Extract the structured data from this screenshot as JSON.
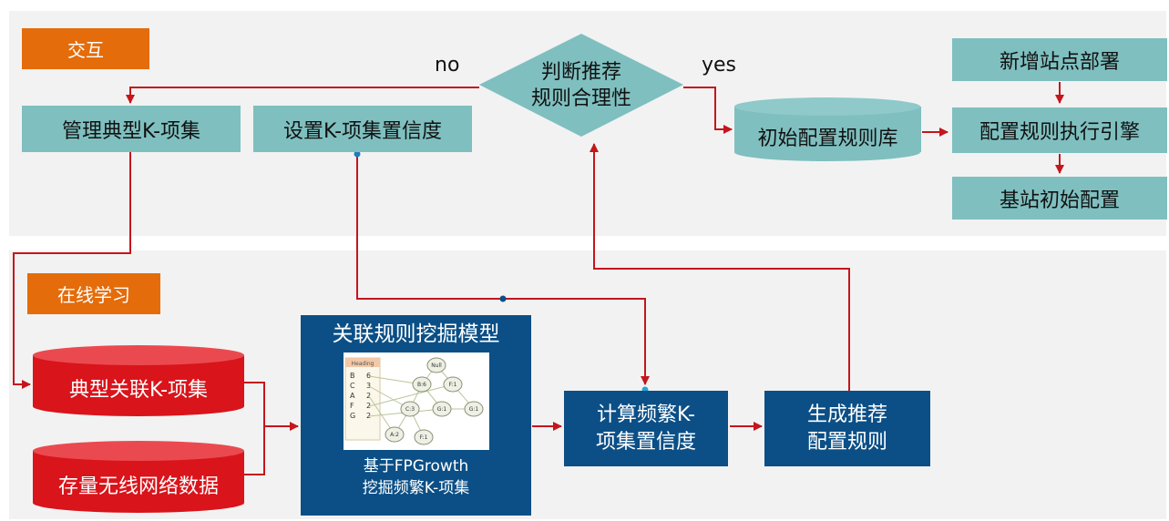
{
  "sections": {
    "interaction_tag": "交互",
    "online_tag": "在线学习"
  },
  "interaction": {
    "decision_line1": "判断推荐",
    "decision_line2": "规则合理性",
    "no_label": "no",
    "yes_label": "yes",
    "manage_itemsets": "管理典型K-项集",
    "set_confidence": "设置K-项集置信度",
    "initial_rule_db": "初始配置规则库",
    "new_site_deploy": "新增站点部署",
    "rule_engine": "配置规则执行引擎",
    "bs_initial_config": "基站初始配置"
  },
  "online": {
    "typical_itemsets": "典型关联K-项集",
    "wireless_data": "存量无线网络数据",
    "model_title": "关联规则挖掘模型",
    "model_sub_line1": "基于FPGrowth",
    "model_sub_line2": "挖掘频繁K-项集",
    "compute_line1": "计算频繁K-",
    "compute_line2": "项集置信度",
    "generate_line1": "生成推荐",
    "generate_line2": "配置规则"
  },
  "fp_tree": {
    "header_title": "Heading",
    "header_items": [
      "B",
      "C",
      "A",
      "F",
      "G"
    ],
    "header_counts": [
      "6",
      "3",
      "2",
      "2",
      "2"
    ],
    "nodes": [
      "Null",
      "B:6",
      "F:1",
      "C:3",
      "G:1",
      "G:1",
      "A:2",
      "F:1"
    ]
  },
  "colors": {
    "teal": "#7fbfbf",
    "navy": "#0b4f86",
    "orange": "#e46c0a",
    "red": "#d9141b",
    "arrow": "#c4161c",
    "panel": "#f2f2f2"
  }
}
